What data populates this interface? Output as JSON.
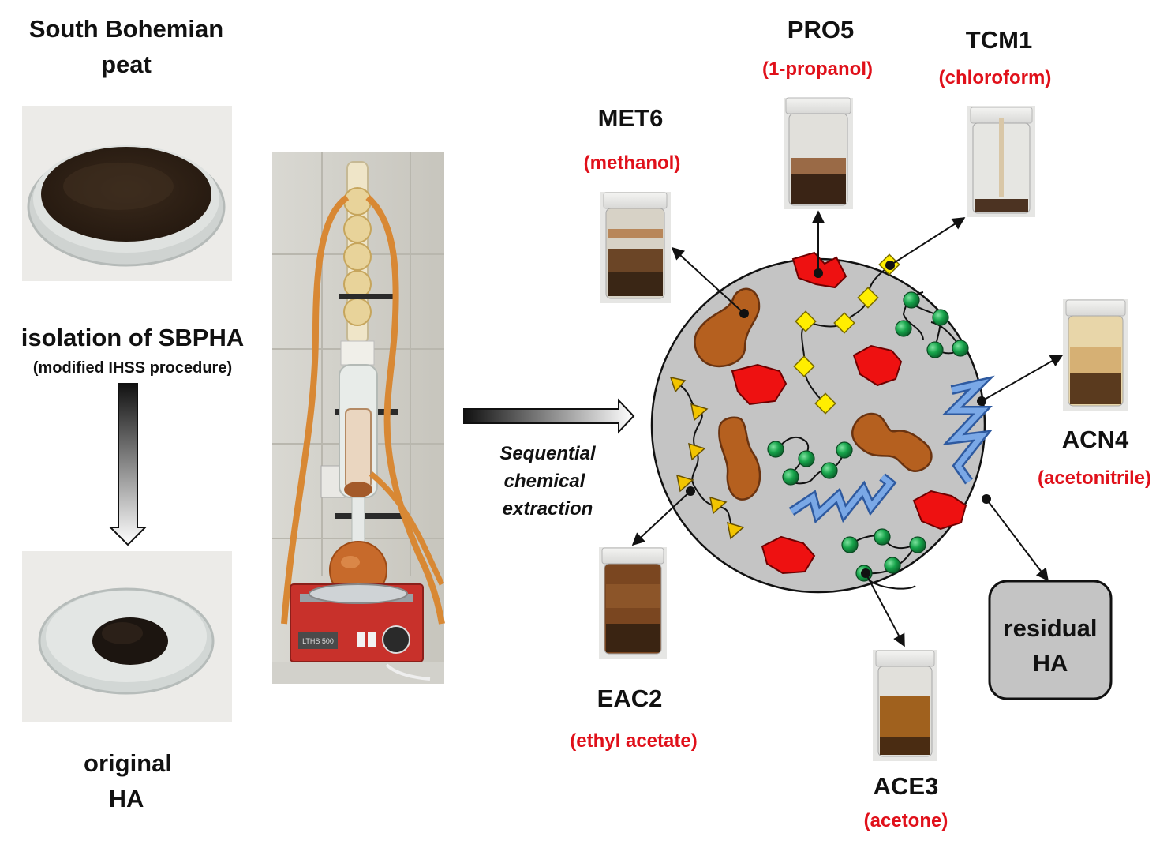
{
  "left": {
    "peat_title_line1": "South Bohemian",
    "peat_title_line2": "peat",
    "isolation_title": "isolation of SBPHA",
    "isolation_subtitle": "(modified IHSS procedure)",
    "original_line1": "original",
    "original_line2": "HA"
  },
  "center": {
    "extraction_line1": "Sequential",
    "extraction_line2": "chemical",
    "extraction_line3": "extraction",
    "device_label": "LTHS 500"
  },
  "fractions": [
    {
      "code": "MET6",
      "solvent": "(methanol)"
    },
    {
      "code": "PRO5",
      "solvent": "(1-propanol)"
    },
    {
      "code": "TCM1",
      "solvent": "(chloroform)"
    },
    {
      "code": "ACN4",
      "solvent": "(acetonitrile)"
    },
    {
      "code": "EAC2",
      "solvent": "(ethyl acetate)"
    },
    {
      "code": "ACE3",
      "solvent": "(acetone)"
    }
  ],
  "residual": {
    "line1": "residual",
    "line2": "HA"
  },
  "colors": {
    "solvent_text": "#e0101a",
    "circle_fill": "#c4c4c4",
    "red_shape": "#ee1111",
    "brown_shape": "#b5601f",
    "yellow_diamond": "#ffee00",
    "yellow_triangle": "#f2c400",
    "green_bead": "#16a34a",
    "blue_zigzag": "#5b8fd4",
    "residual_box": "#c4c4c4"
  }
}
